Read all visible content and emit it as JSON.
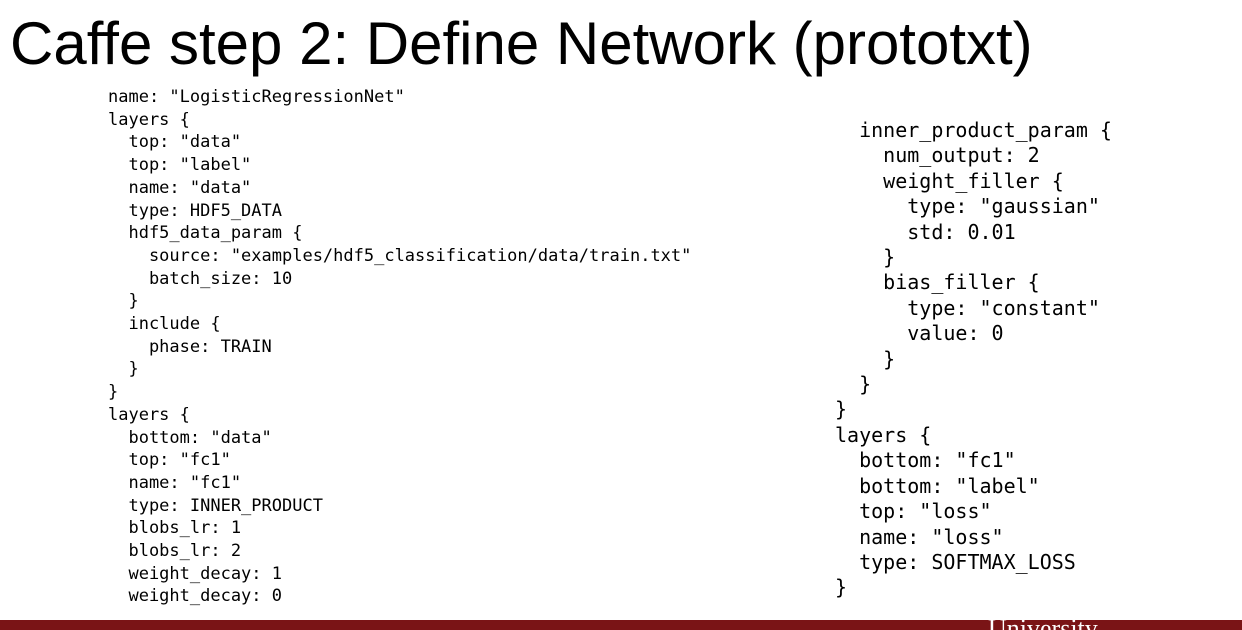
{
  "slide": {
    "title": "Caffe step 2: Define Network (prototxt)"
  },
  "code_left": [
    "name: \"LogisticRegressionNet\"",
    "layers {",
    "  top: \"data\"",
    "  top: \"label\"",
    "  name: \"data\"",
    "  type: HDF5_DATA",
    "  hdf5_data_param {",
    "    source: \"examples/hdf5_classification/data/train.txt\"",
    "    batch_size: 10",
    "  }",
    "  include {",
    "    phase: TRAIN",
    "  }",
    "}",
    "layers {",
    "  bottom: \"data\"",
    "  top: \"fc1\"",
    "  name: \"fc1\"",
    "  type: INNER_PRODUCT",
    "  blobs_lr: 1",
    "  blobs_lr: 2",
    "  weight_decay: 1",
    "  weight_decay: 0"
  ],
  "code_right": [
    "  inner_product_param {",
    "    num_output: 2",
    "    weight_filler {",
    "      type: \"gaussian\"",
    "      std: 0.01",
    "    }",
    "    bias_filler {",
    "      type: \"constant\"",
    "      value: 0",
    "    }",
    "  }",
    "}",
    "layers {",
    "  bottom: \"fc1\"",
    "  bottom: \"label\"",
    "  top: \"loss\"",
    "  name: \"loss\"",
    "  type: SOFTMAX_LOSS",
    "}"
  ],
  "footer": {
    "text": "University",
    "color": "#7a1416"
  }
}
